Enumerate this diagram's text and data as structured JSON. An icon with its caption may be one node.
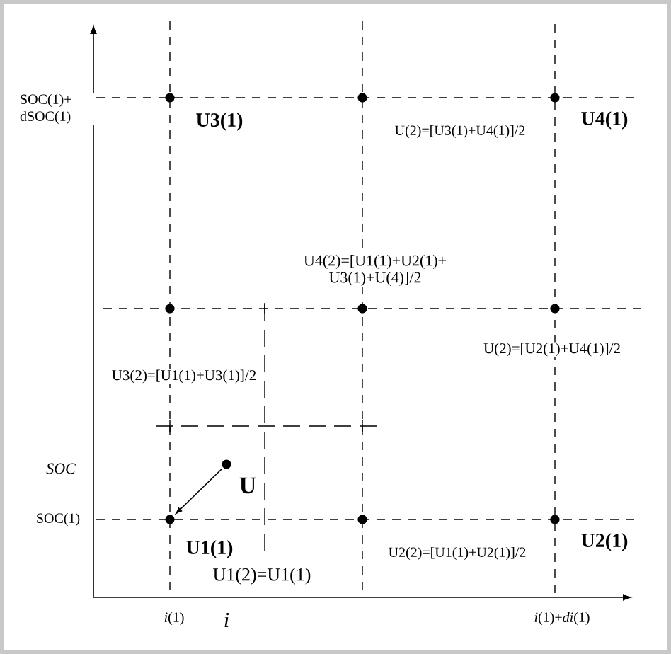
{
  "diagram": {
    "nodes": [
      {
        "text": [],
        "shape": "circle",
        "beside": [
          "U"
        ]
      },
      {
        "text": [],
        "shape": "circle",
        "beside": [
          "U1(1)"
        ]
      }
    ],
    "edges": [
      {
        "from": 0,
        "to": 1,
        "arrow": "to"
      }
    ],
    "labels": [
      "SOC(1)+ dSOC(1)",
      "U3(1)",
      "U(2)=[U3(1)+U4(1)]/2",
      "U4(1)",
      "U4(2)=[U1(1)+U2(1)+ U3(1)+U(4)]/2",
      "U(2)=[U2(1)+U4(1)]/2",
      "U3(2)=[U1(1)+U3(1)]/2",
      "SOC",
      "SOC(1)",
      "U2(2)=[U1(1)+U2(1)]/2",
      "U2(1)",
      "U1(2)=U1(1)",
      "*i*(1)",
      "i",
      "*i*(1)+*di*(1)"
    ]
  }
}
